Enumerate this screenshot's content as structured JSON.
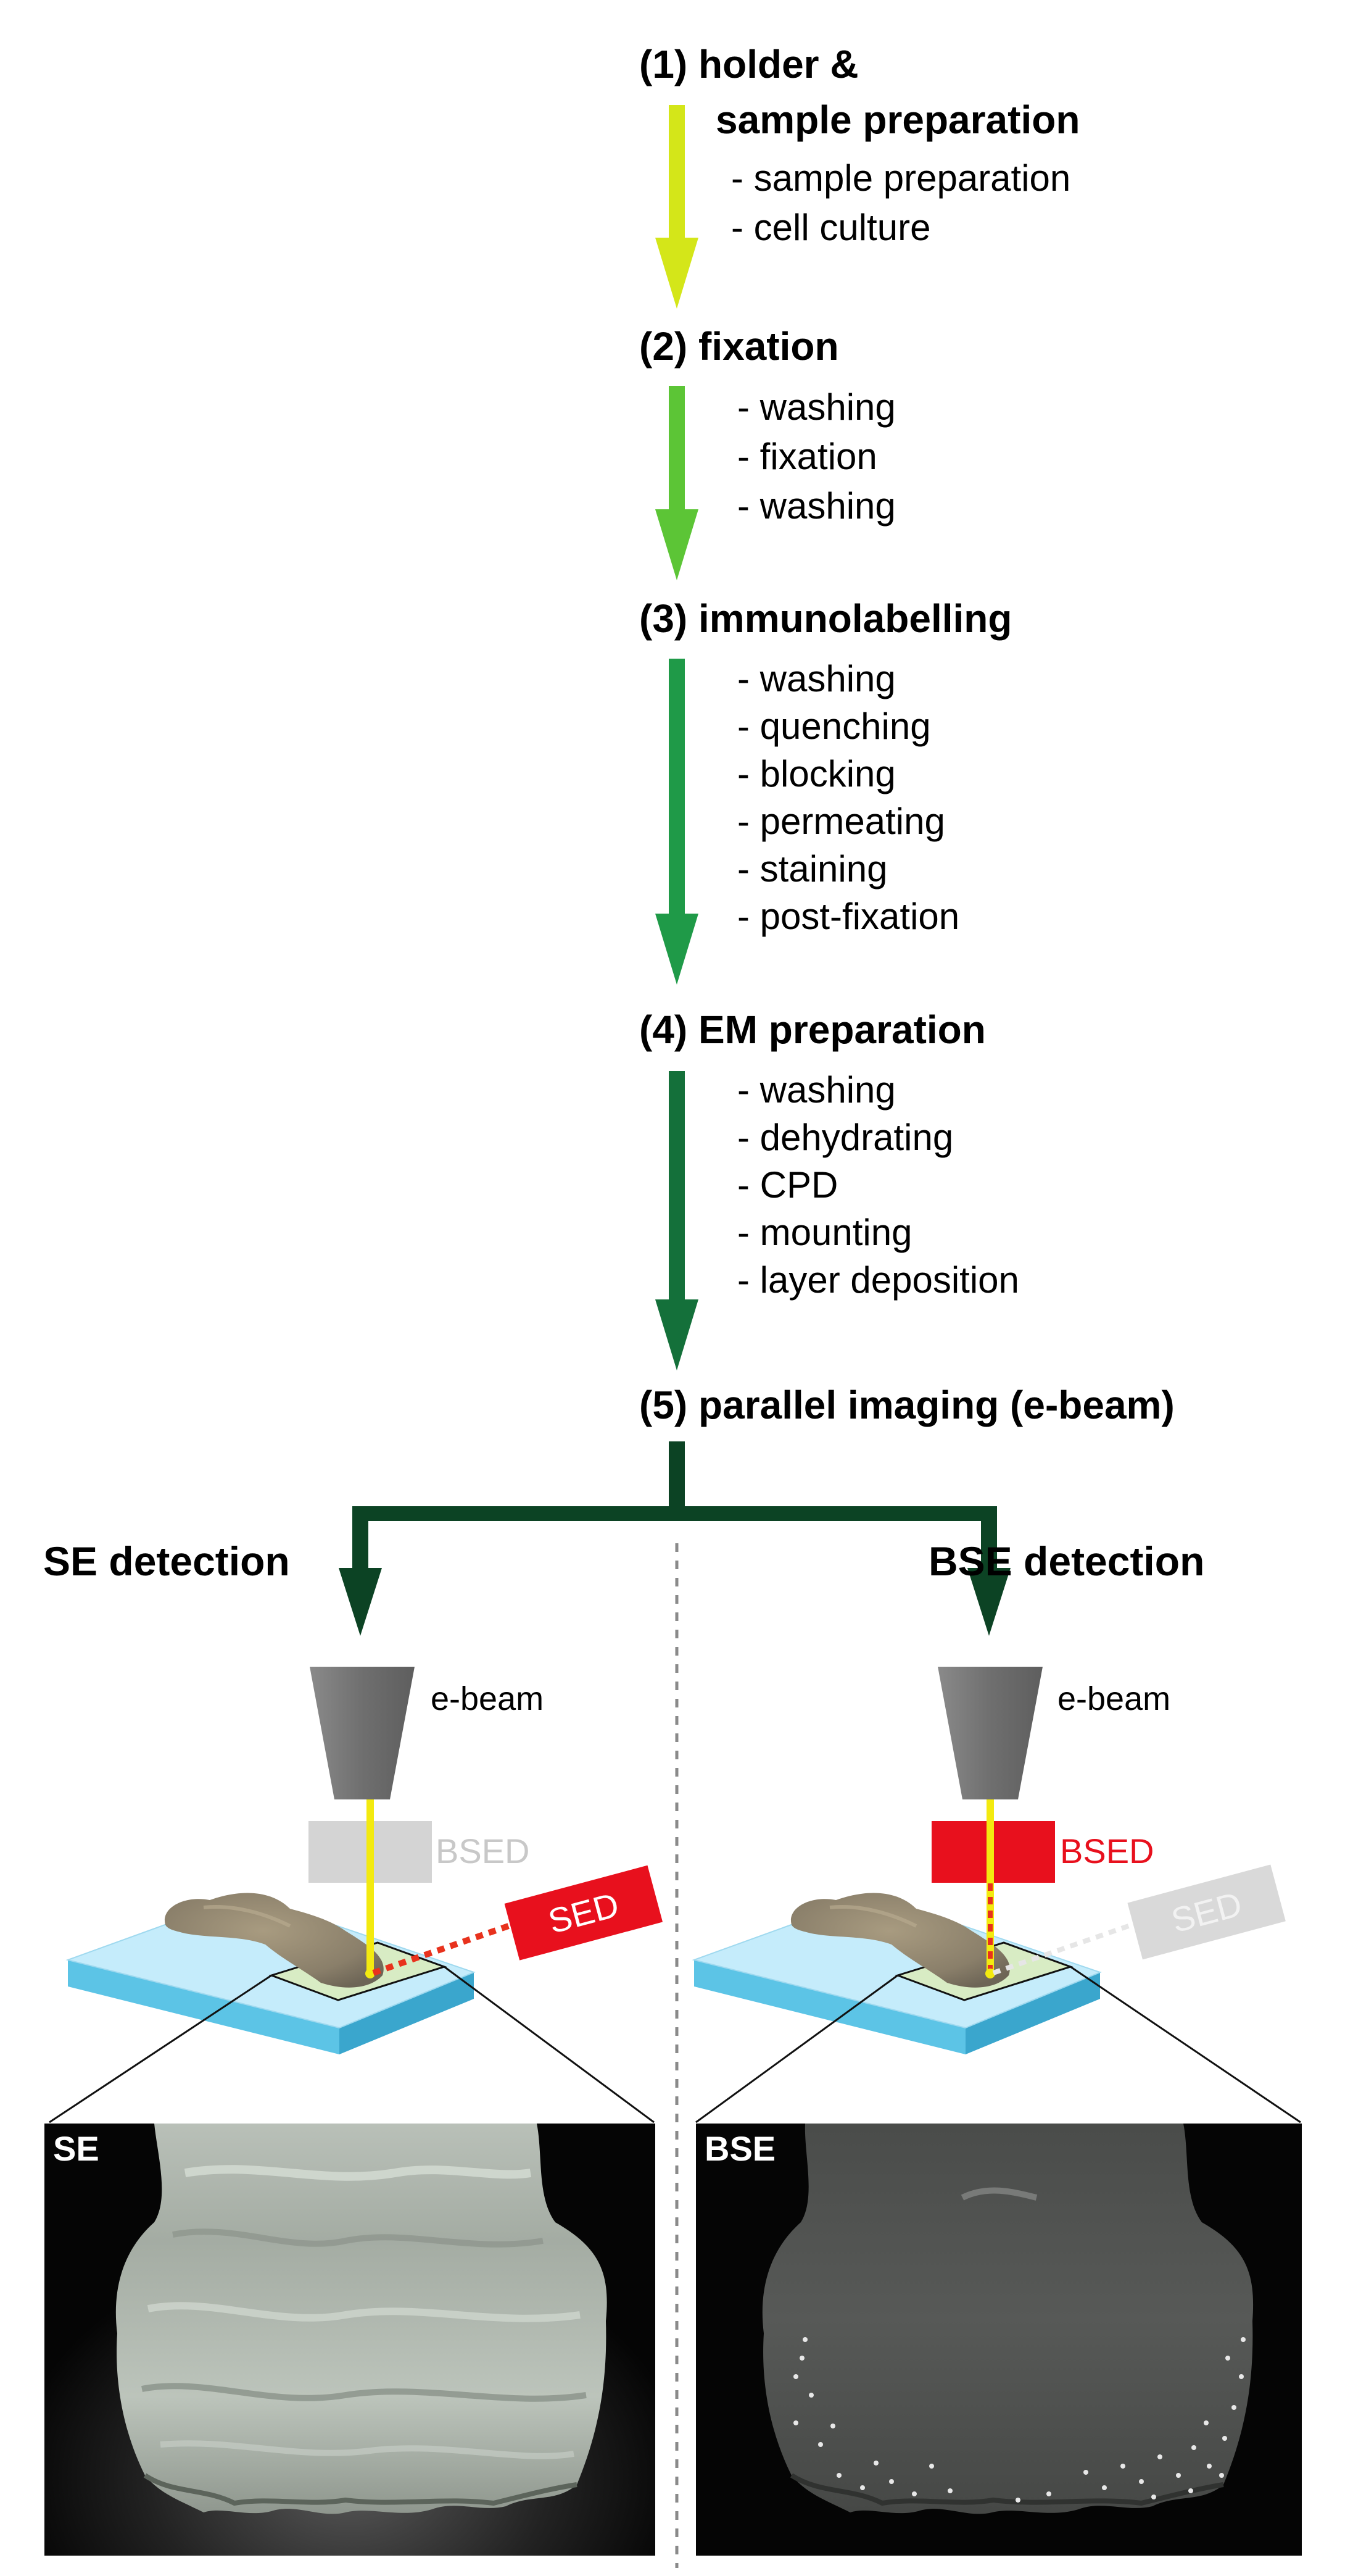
{
  "steps": [
    {
      "title_line1": "(1) holder &",
      "title_line2": "sample preparation",
      "items": [
        "- sample preparation",
        "- cell culture"
      ],
      "arrow_color": "#d4e619"
    },
    {
      "title_line1": "(2) fixation",
      "items": [
        "- washing",
        "- fixation",
        "- washing"
      ],
      "arrow_color": "#5cc536"
    },
    {
      "title_line1": "(3) immunolabelling",
      "items": [
        "- washing",
        "- quenching",
        "- blocking",
        "- permeating",
        "- staining",
        "- post-fixation"
      ],
      "arrow_color": "#1f9a48"
    },
    {
      "title_line1": "(4) EM preparation",
      "items": [
        "- washing",
        "- dehydrating",
        "- CPD",
        "- mounting",
        "- layer deposition"
      ],
      "arrow_color": "#14703a"
    },
    {
      "title_line1": "(5) parallel imaging (e-beam)",
      "branch_color": "#0c4324"
    }
  ],
  "panels": {
    "left": {
      "title": "SE detection",
      "ebeam_label": "e-beam",
      "bsed_label": "BSED",
      "sed_label": "SED",
      "image_label": "SE",
      "active_detector": "SED"
    },
    "right": {
      "title": "BSE detection",
      "ebeam_label": "e-beam",
      "bsed_label": "BSED",
      "sed_label": "SED",
      "image_label": "BSE",
      "active_detector": "BSED"
    }
  },
  "colors": {
    "active_detector": "#e8101d",
    "inactive_detector": "#d4d4d4",
    "beam": "#f3ea10",
    "signal": "#e8321d",
    "substrate_top": "#c5ecfb",
    "substrate_side": "#45b7dc",
    "gun": "#777777"
  }
}
